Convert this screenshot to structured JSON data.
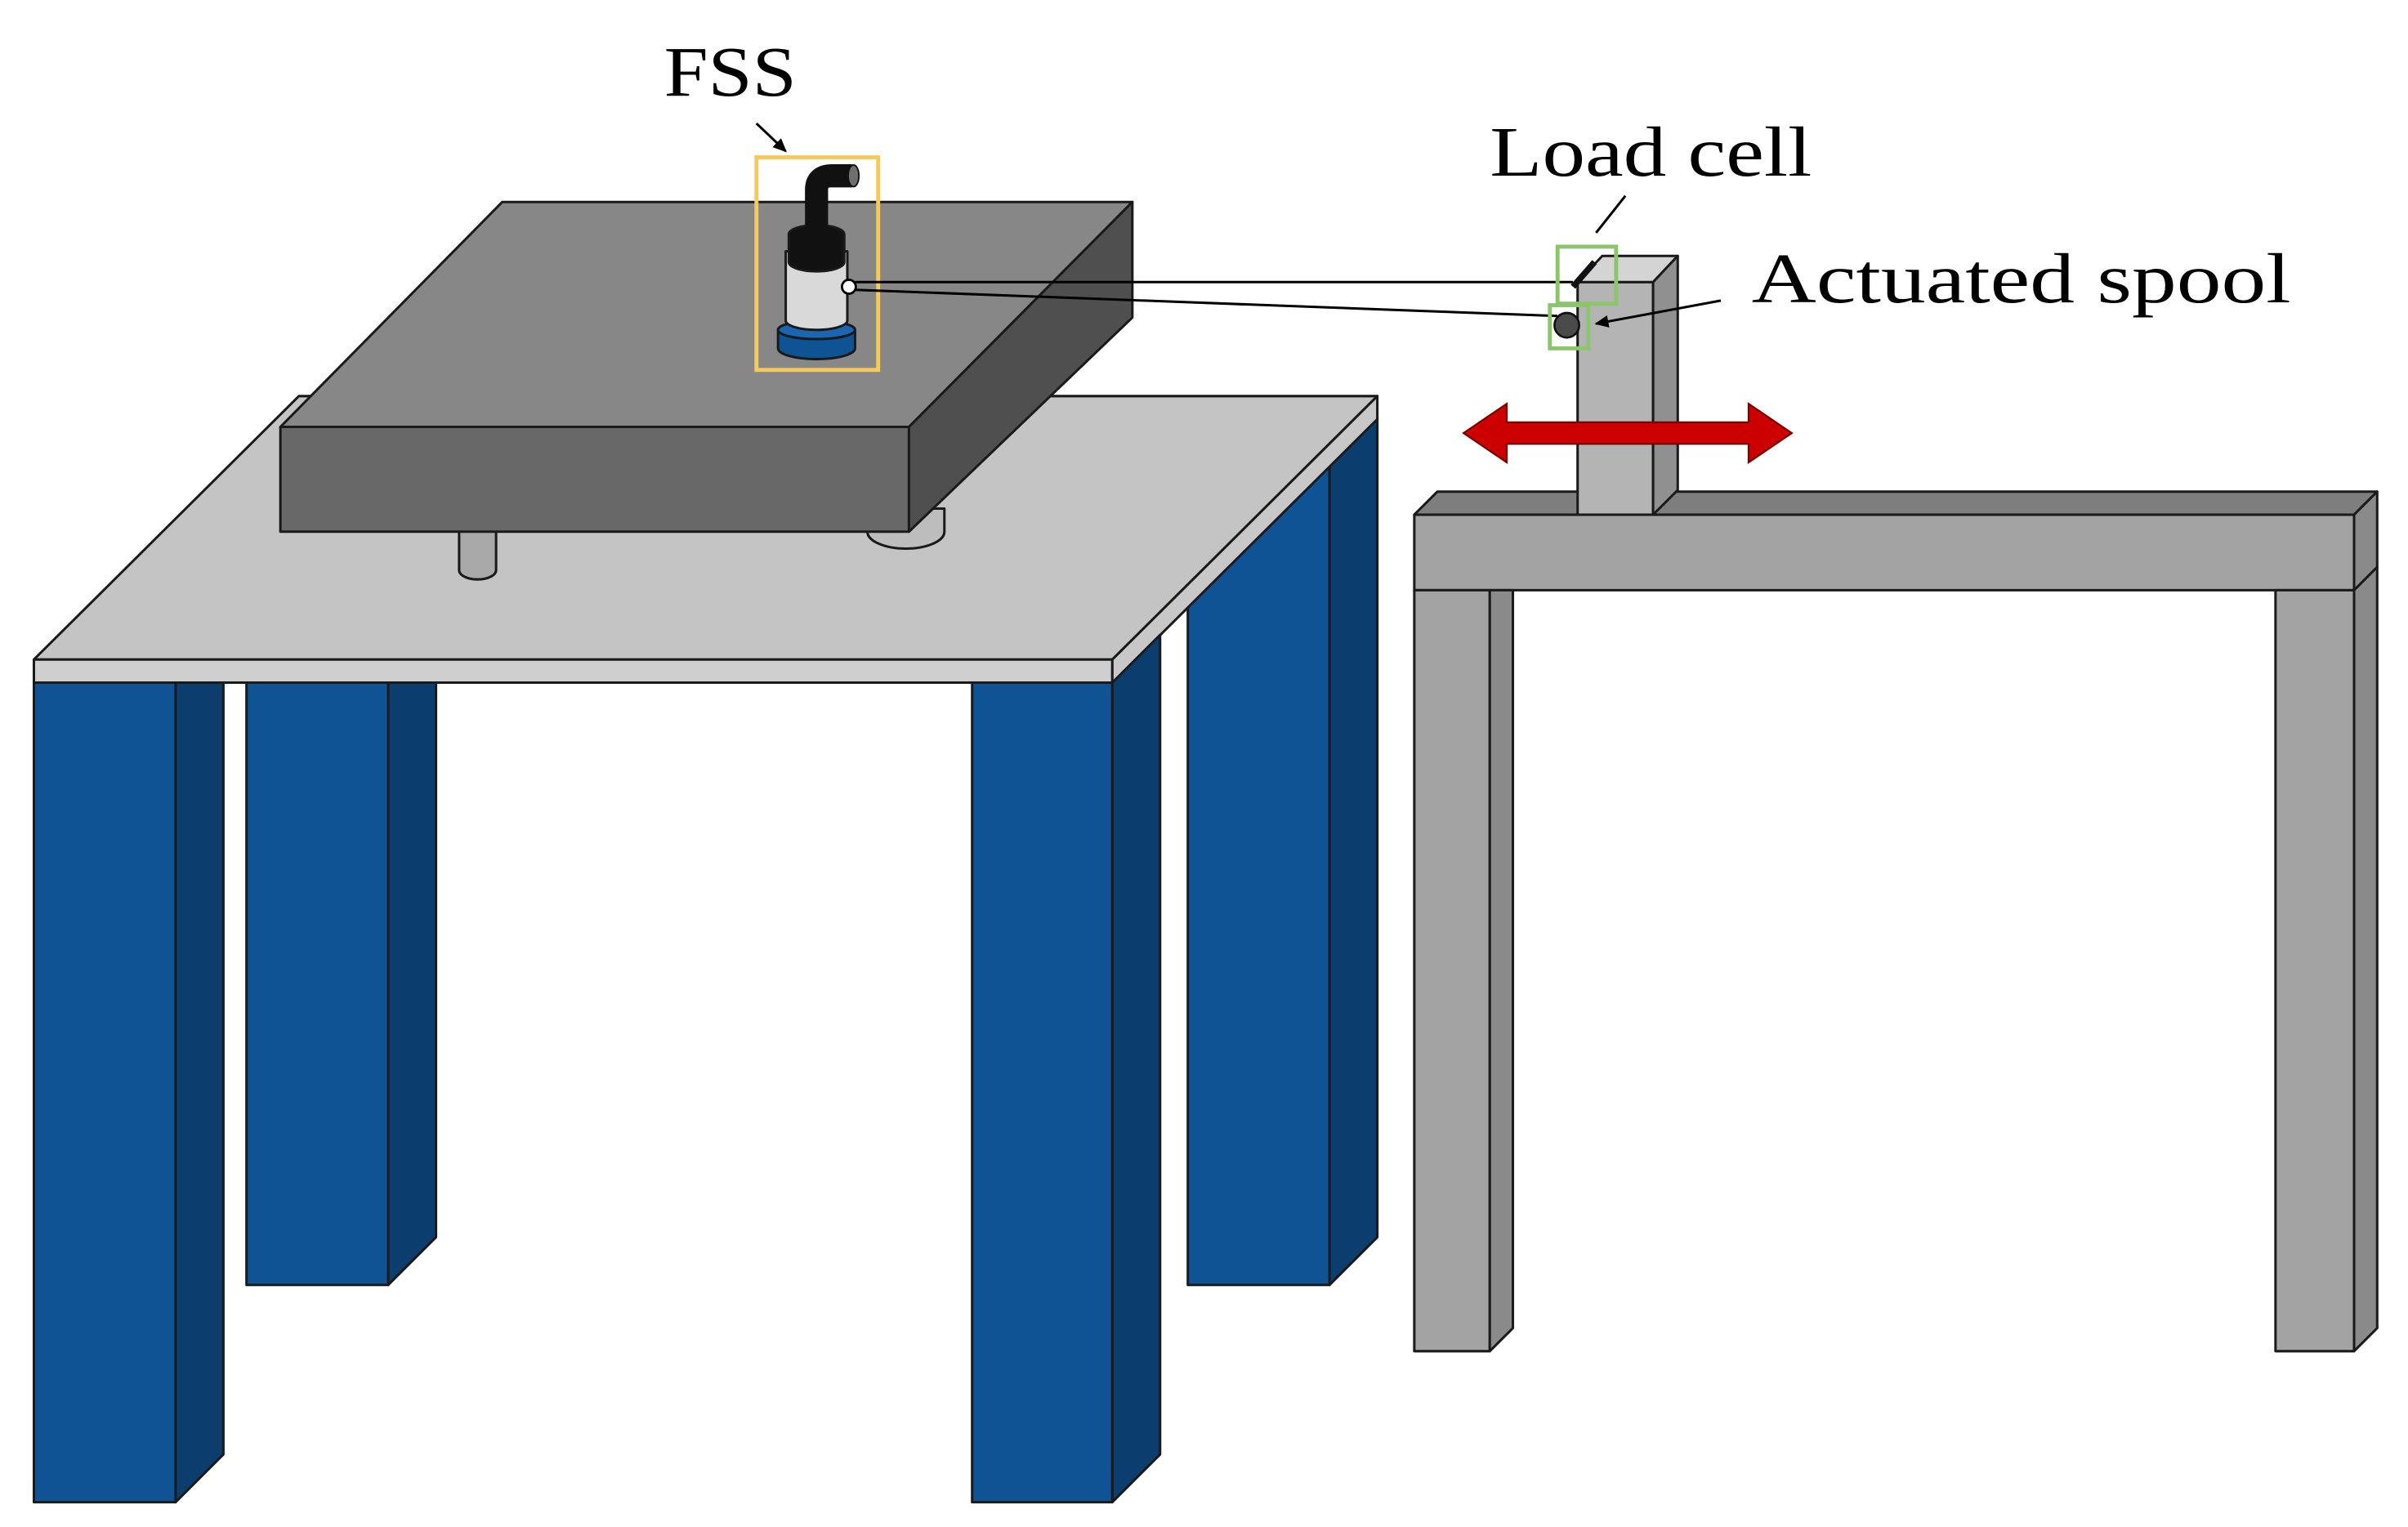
{
  "labels": {
    "fss": "FSS",
    "load_cell": "Load cell",
    "actuated_spool": "Actuated spool"
  },
  "colors": {
    "table_legs": "#0f5395",
    "table_legs_side": "#0b3e6f",
    "table_top": "#c4c4c4",
    "block_top": "#878787",
    "block_front": "#686868",
    "block_side": "#4f4f4f",
    "frame_front": "#a3a3a3",
    "frame_side": "#8a8a8a",
    "motion_arrow": "#cc0000",
    "fss_highlight": "#f7c95c",
    "component_highlight": "#8cc56b"
  }
}
